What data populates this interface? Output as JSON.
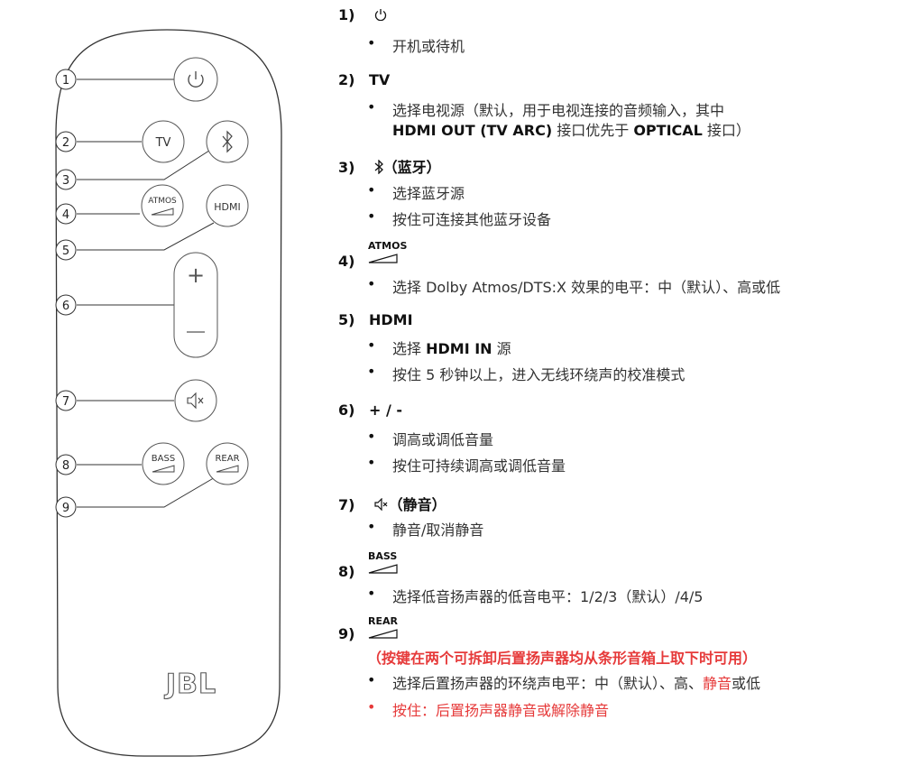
{
  "remote": {
    "callouts": [
      "1",
      "2",
      "3",
      "4",
      "5",
      "6",
      "7",
      "8",
      "9"
    ],
    "btn_tv": "TV",
    "btn_hdmi": "HDMI",
    "btn_atmos": "ATMOS",
    "btn_bass": "BASS",
    "btn_rear": "REAR",
    "btn_plus": "+",
    "btn_minus": "—",
    "logo": "JBL"
  },
  "items": {
    "i1": {
      "num": "1)",
      "bullets": [
        "开机或待机"
      ]
    },
    "i2": {
      "num": "2)",
      "title": "TV",
      "b1_a": "选择电视源（默认，用于电视连接的音频输入，其中",
      "b1_b_bold1": "HDMI OUT (TV ARC)",
      "b1_b_mid": " 接口优先于 ",
      "b1_b_bold2": "OPTICAL",
      "b1_b_end": " 接口）"
    },
    "i3": {
      "num": "3)",
      "title": "（蓝牙）",
      "bullets": [
        "选择蓝牙源",
        "按住可连接其他蓝牙设备"
      ]
    },
    "i4": {
      "num": "4)",
      "label": "ATMOS",
      "bullets": [
        "选择 Dolby Atmos/DTS:X 效果的电平：中（默认）、高或低"
      ]
    },
    "i5": {
      "num": "5)",
      "title": "HDMI",
      "b1_pre": "选择 ",
      "b1_bold": "HDMI IN",
      "b1_post": " 源",
      "b2": "按住 5 秒钟以上，进入无线环绕声的校准模式"
    },
    "i6": {
      "num": "6)",
      "title": "+ / -",
      "bullets": [
        "调高或调低音量",
        "按住可持续调高或调低音量"
      ]
    },
    "i7": {
      "num": "7)",
      "title": "（静音）",
      "bullets": [
        "静音/取消静音"
      ]
    },
    "i8": {
      "num": "8)",
      "label": "BASS",
      "bullets": [
        "选择低音扬声器的低音电平：1/2/3（默认）/4/5"
      ]
    },
    "i9": {
      "num": "9)",
      "label": "REAR",
      "note": "（按键在两个可拆卸后置扬声器均从条形音箱上取下时可用）",
      "b1_pre": "选择后置扬声器的环绕声电平：中（默认）、高、",
      "b1_red": "静音",
      "b1_post": "或低",
      "b2": "按住：后置扬声器静音或解除静音"
    }
  },
  "colors": {
    "accent_red": "#e63a3a",
    "line": "#333333"
  }
}
